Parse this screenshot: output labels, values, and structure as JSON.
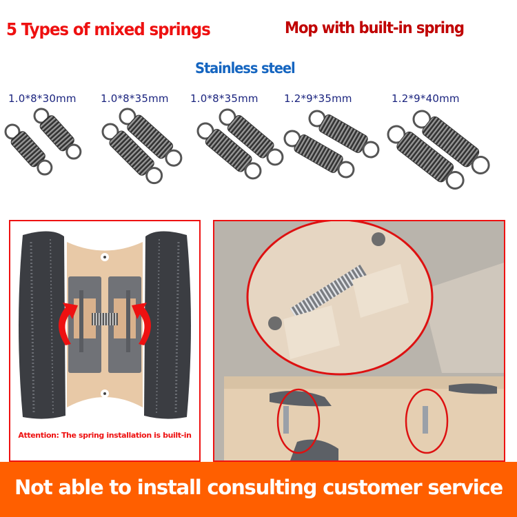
{
  "headlines": {
    "mixed_springs": "5 Types of mixed springs",
    "mop_builtin": "Mop with built-in spring",
    "material": "Stainless steel"
  },
  "spring_sizes": [
    {
      "label": "1.0*8*30mm"
    },
    {
      "label": "1.0*8*35mm"
    },
    {
      "label": "1.0*8*35mm"
    },
    {
      "label": "1.2*9*35mm"
    },
    {
      "label": "1.2*9*40mm"
    }
  ],
  "left_panel": {
    "caption": "Attention: The spring installation is built-in",
    "arrow_color": "#ee1111"
  },
  "right_panel": {
    "highlight_color": "#dd1111"
  },
  "footer": {
    "text": "Not able to install consulting customer service",
    "background": "#ff5f00"
  },
  "colors": {
    "headline_red": "#ee1111",
    "headline_dark_red": "#c00000",
    "headline_blue": "#1565c0",
    "size_label_navy": "#1a237e",
    "panel_border": "#ee1111"
  }
}
